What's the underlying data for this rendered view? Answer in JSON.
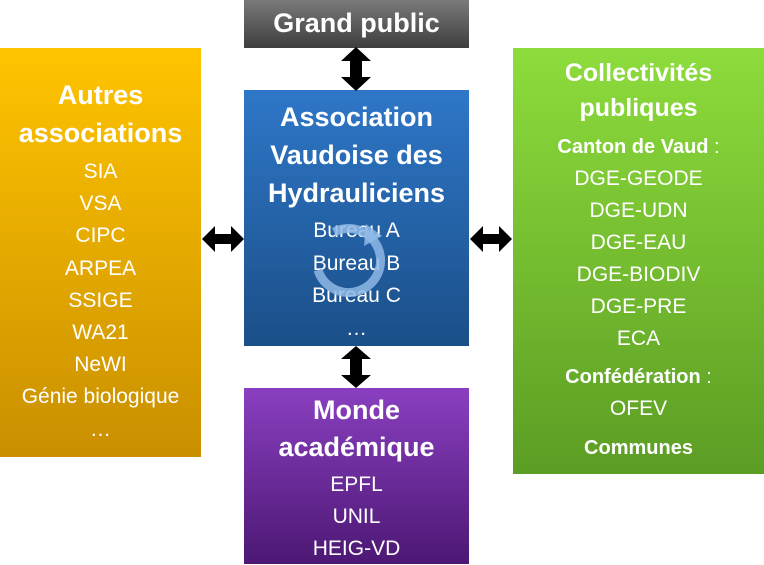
{
  "grand_public": {
    "title": "Grand public"
  },
  "association": {
    "title_lines": [
      "Association",
      "Vaudoise des",
      "Hydrauliciens"
    ],
    "items": [
      "Bureau A",
      "Bureau B",
      "Bureau C",
      "…"
    ],
    "icon": "cycle-arrow-icon"
  },
  "autres_associations": {
    "title_lines": [
      "Autres",
      "associations"
    ],
    "items": [
      "SIA",
      "VSA",
      "CIPC",
      "ARPEA",
      "SSIGE",
      "WA21",
      "NeWI",
      "Génie biologique",
      "…"
    ]
  },
  "monde_academique": {
    "title_lines": [
      "Monde",
      "académique"
    ],
    "items": [
      "EPFL",
      "UNIL",
      "HEIG-VD"
    ]
  },
  "collectivites": {
    "title_lines": [
      "Collectivités",
      "publiques"
    ],
    "canton": {
      "label": "Canton de Vaud",
      "suffix": " :",
      "items": [
        "DGE-GEODE",
        "DGE-UDN",
        "DGE-EAU",
        "DGE-BIODIV",
        "DGE-PRE",
        "ECA"
      ]
    },
    "confederation": {
      "label": "Confédération",
      "suffix": " :",
      "items": [
        "OFEV"
      ]
    },
    "communes": "Communes"
  },
  "colors": {
    "grand_public": "#5a5a5a",
    "association": "#2566ad",
    "autres_associations": "#e6ab00",
    "monde_academique": "#6b2a9c",
    "collectivites": "#76bd30",
    "arrow": "#000000"
  }
}
